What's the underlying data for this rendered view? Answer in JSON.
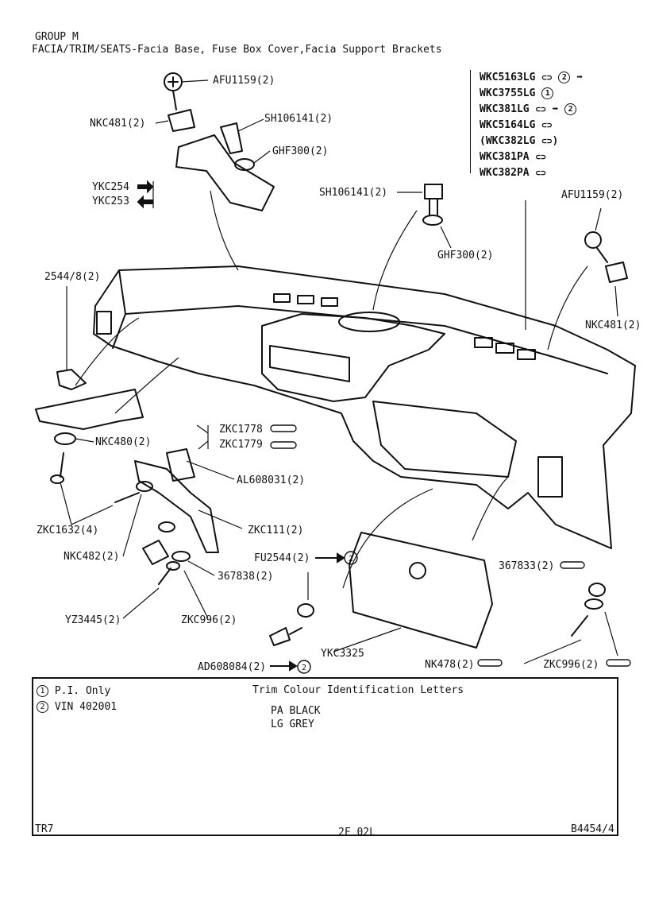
{
  "header": {
    "group": "GROUP M",
    "title": "FACIA/TRIM/SEATS-Facia Base, Fuse Box Cover,Facia Support Brackets"
  },
  "parts": {
    "afu1159_top": "AFU1159(2)",
    "nkc481_top": "NKC481(2)",
    "sh106141_top": "SH106141(2)",
    "ghf300_top": "GHF300(2)",
    "ykc254": "YKC254",
    "ykc253": "YKC253",
    "sh106141_mid": "SH106141(2)",
    "ghf300_mid": "GHF300(2)",
    "afu1159_right": "AFU1159(2)",
    "nkc481_right": "NKC481(2)",
    "p2544": "2544/8(2)",
    "zkc1778": "ZKC1778",
    "zkc1779": "ZKC1779",
    "nkc480": "NKC480(2)",
    "al608031": "AL608031(2)",
    "zkc1632": "ZKC1632(4)",
    "zkc111": "ZKC111(2)",
    "nkc482": "NKC482(2)",
    "fu2544": "FU2544(2)",
    "p367838": "367838(2)",
    "p367833": "367833(2)",
    "yz3445": "YZ3445(2)",
    "zkc996_left": "ZKC996(2)",
    "ykc3325": "YKC3325",
    "ad608084": "AD608084(2)",
    "nk478": "NK478(2)",
    "zkc996_right": "ZKC996(2)"
  },
  "variants": [
    {
      "code": "WKC5163LG",
      "note": "2",
      "arrow": true
    },
    {
      "code": "WKC3755LG",
      "note": "1",
      "arrow": false
    },
    {
      "code": "WKC381LG",
      "note": "2",
      "arrow": true
    },
    {
      "code": "WKC5164LG",
      "note": "",
      "arrow": false
    },
    {
      "code": "(WKC382LG",
      "note": ")",
      "arrow": false
    },
    {
      "code": "WKC381PA",
      "note": "",
      "arrow": false
    },
    {
      "code": "WKC382PA",
      "note": "",
      "arrow": false
    }
  ],
  "notes": {
    "n1_marker": "1",
    "n1_text": "P.I. Only",
    "n2_marker": "2",
    "n2_text": "VIN 402001",
    "trim_title": "Trim Colour Identification Letters",
    "trim_pa": "PA BLACK",
    "trim_lg": "LG GREY"
  },
  "footer": {
    "left": "TR7",
    "center": "2F 02L",
    "right": "B4454/4"
  }
}
